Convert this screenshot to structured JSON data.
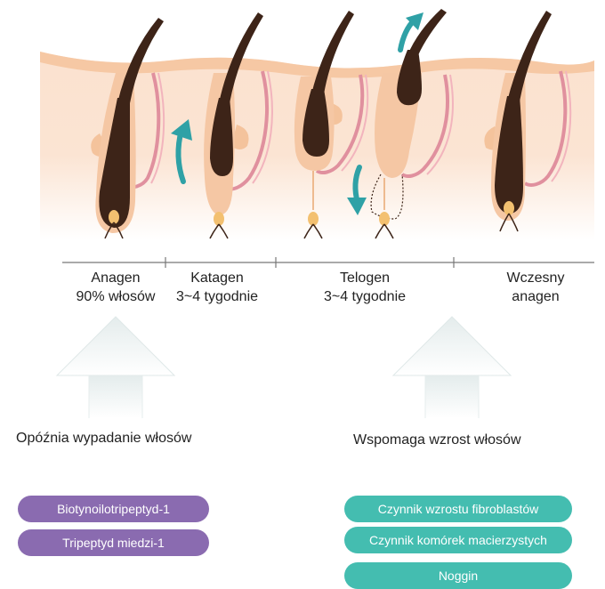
{
  "stages": [
    {
      "name": "Anagen",
      "detail": "90% włosów"
    },
    {
      "name": "Katagen",
      "detail": "3~4 tygodnie"
    },
    {
      "name": "Telogen",
      "detail": "3~4 tygodnie"
    },
    {
      "name": "Wczesny",
      "detail": "anagen"
    }
  ],
  "effects": {
    "left": "Opóźnia wypadanie włosów",
    "right": "Wspomaga wzrost włosów"
  },
  "ingredients": {
    "left": [
      "Biotynoilotripeptyd-1",
      "Tripeptyd miedzi-1"
    ],
    "right": [
      "Czynnik wzrostu fibroblastów",
      "Czynnik komórek macierzystych",
      "Noggin"
    ]
  },
  "colors": {
    "skin": "#f9d7bf",
    "skin_edge": "#f1b890",
    "hair": "#3d2418",
    "papilla": "#f3c070",
    "vessel": "#e0909e",
    "arrow": "#2fa1a6",
    "purple": "#8a6bb0",
    "teal": "#44bdb0"
  }
}
